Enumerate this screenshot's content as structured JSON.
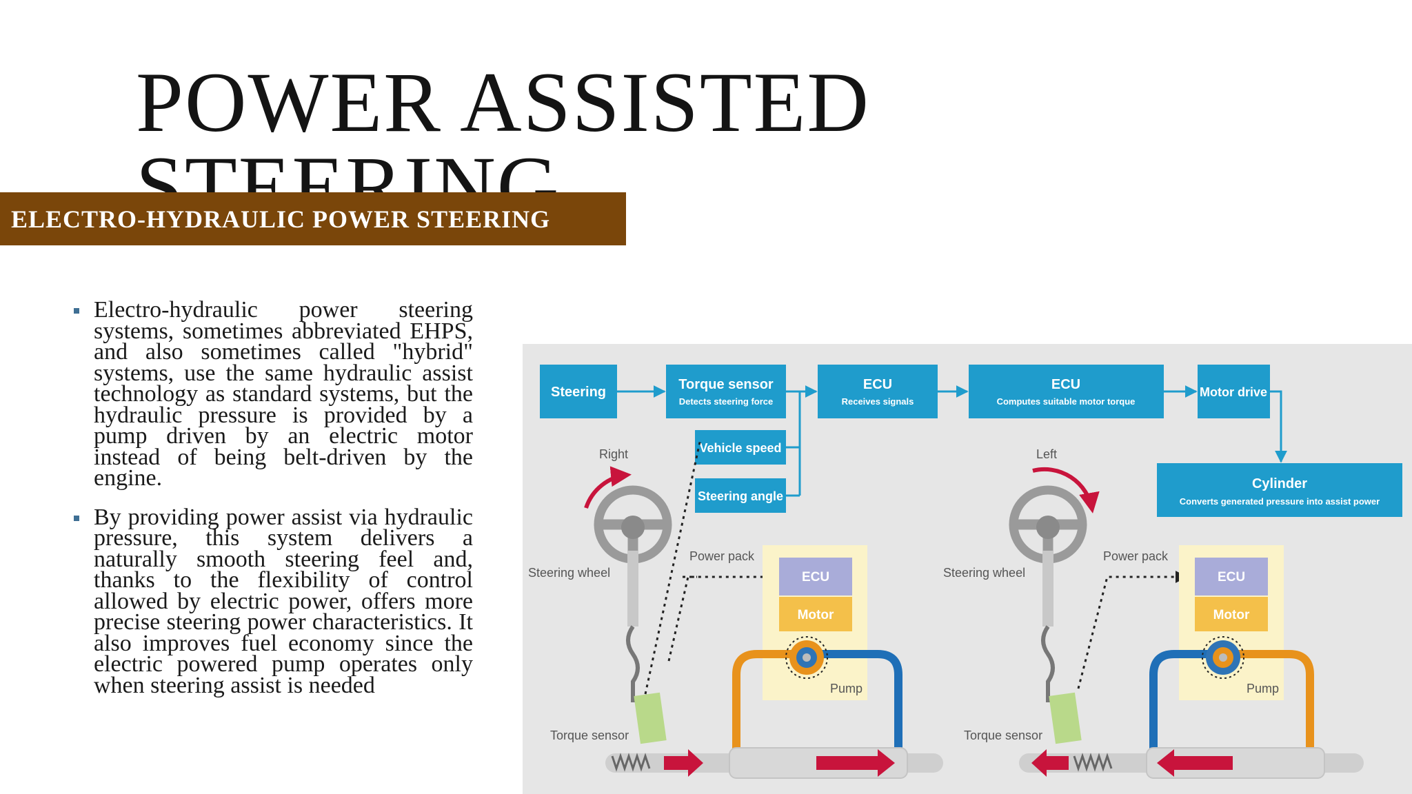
{
  "slide": {
    "title_line1": "POWER ASSISTED",
    "title_line2": "STEERING",
    "banner": "ELECTRO-HYDRAULIC POWER STEERING",
    "bullets": [
      "Electro-hydraulic power steering systems, sometimes abbreviated EHPS, and also sometimes called \"hybrid\" systems, use the same hydraulic assist technology as standard systems, but the hydraulic pressure is provided by a pump driven by an electric motor instead of being belt-driven by the engine.",
      "By providing power assist via hydraulic pressure, this system delivers a naturally smooth steering feel and, thanks to the flexibility of control allowed by electric power, offers more precise steering power characteristics. It also improves fuel economy since the electric powered pump operates only when steering assist is needed"
    ]
  },
  "diagram": {
    "blocks": {
      "steering": "Steering",
      "torque_sensor": "Torque sensor",
      "torque_sensor_sub": "Detects steering force",
      "ecu1": "ECU",
      "ecu1_sub": "Receives signals",
      "ecu2": "ECU",
      "ecu2_sub": "Computes suitable motor torque",
      "motor_drive": "Motor drive",
      "vehicle_speed": "Vehicle speed",
      "steering_angle": "Steering angle",
      "cylinder": "Cylinder",
      "cylinder_sub": "Converts generated pressure into assist power"
    },
    "left": {
      "direction": "Right",
      "steering_wheel": "Steering wheel",
      "power_pack": "Power pack",
      "ecu": "ECU",
      "motor": "Motor",
      "pump": "Pump",
      "torque_sensor": "Torque sensor"
    },
    "right": {
      "direction": "Left",
      "steering_wheel": "Steering wheel",
      "power_pack": "Power pack",
      "ecu": "ECU",
      "motor": "Motor",
      "pump": "Pump",
      "torque_sensor": "Torque sensor"
    },
    "colors": {
      "block": "#1f9ccc",
      "background": "#e6e6e6",
      "power_pack": "#fbf3c9",
      "ecu": "#a9acd9",
      "motor": "#f4c04a",
      "pipe_orange": "#e8921c",
      "pipe_blue": "#1f6fb7",
      "arrow_red": "#c8143c",
      "wheel": "#9a9a9a",
      "torque_sensor": "#b9d98a"
    }
  }
}
